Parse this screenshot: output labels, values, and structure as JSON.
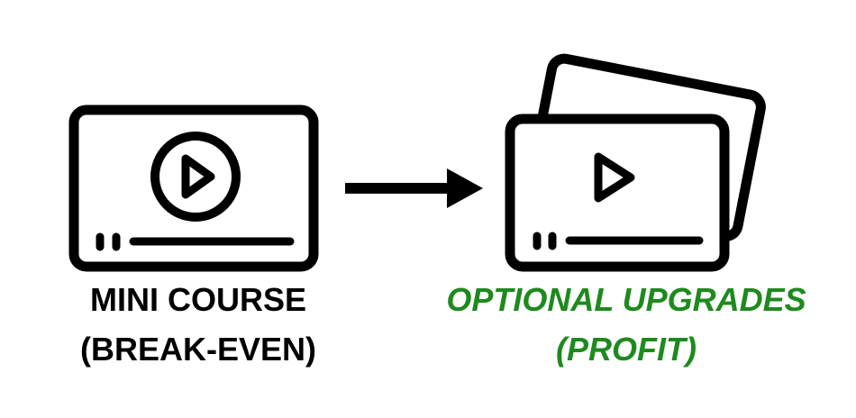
{
  "colors": {
    "icon": "#000000",
    "left_text": "#000000",
    "right_text": "#1e8a1e",
    "background": "#ffffff"
  },
  "left": {
    "icon": "video-player-icon",
    "line1": "MINI COURSE",
    "line2": "(BREAK-EVEN)"
  },
  "arrow": {
    "icon": "arrow-right-icon"
  },
  "right": {
    "icon": "stacked-video-player-icon",
    "line1": "OPTIONAL UPGRADES",
    "line2": "(PROFIT)"
  }
}
